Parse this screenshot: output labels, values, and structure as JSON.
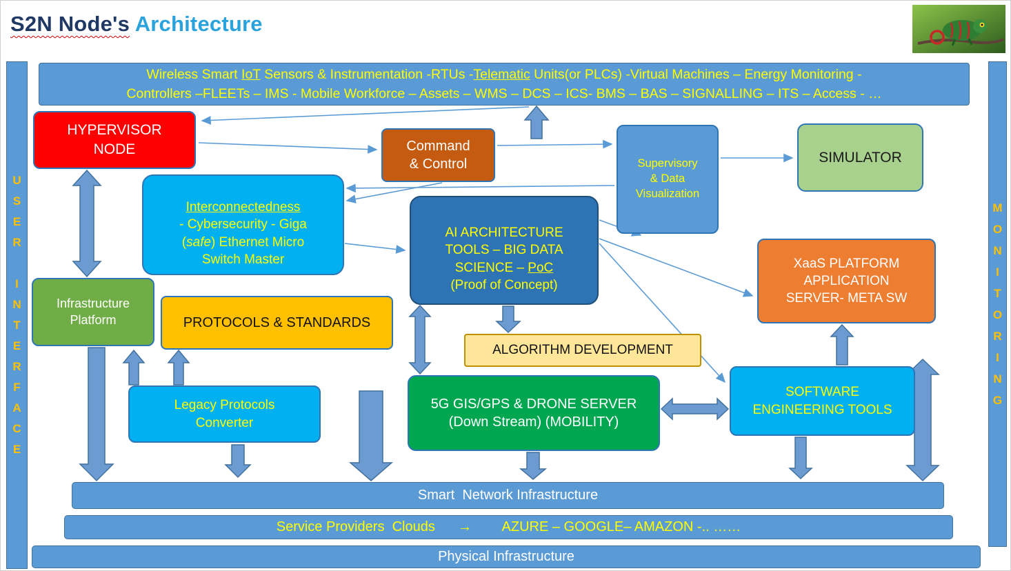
{
  "title": {
    "prefix": "S2N Node's",
    "suffix": " Architecture"
  },
  "rails": {
    "left": "U\nS\nE\nR\n\nI\nN\nT\nE\nR\nF\nA\nC\nE",
    "right": "M\nO\nN\nI\nT\nO\nR\nI\nN\nG"
  },
  "banner": {
    "l1a": "Wireless Smart ",
    "l1b": "IoT",
    "l1c": " Sensors & Instrumentation -RTUs -",
    "l1d": "Telematic",
    "l1e": " Units(or PLCs)  -Virtual Machines – Energy Monitoring  -",
    "l2": "Controllers –FLEETs – IMS -  Mobile Workforce – Assets – WMS – DCS – ICS- BMS – BAS – SIGNALLING – ITS – Access - …"
  },
  "boxes": {
    "hypervisor": "HYPERVISOR\nNODE",
    "command": "Command\n& Control",
    "supervisory": "Supervisory\n& Data\nVisualization",
    "simulator": "SIMULATOR",
    "interconnect": {
      "u": "Interconnectedness",
      "a": "\n- Cybersecurity  - Giga\n(",
      "i": "safe",
      "b": ") Ethernet Micro\nSwitch Master"
    },
    "ai": {
      "a": "AI ARCHITECTURE\nTOOLS – BIG DATA\nSCIENCE – ",
      "u": "PoC",
      "b": "\n(Proof of Concept)"
    },
    "xaas": "XaaS PLATFORM\nAPPLICATION\nSERVER- META SW",
    "infra": "Infrastructure\nPlatform",
    "protocols": "PROTOCOLS & STANDARDS",
    "algorithm": "ALGORITHM DEVELOPMENT",
    "legacy": "Legacy Protocols\nConverter",
    "drone": "5G GIS/GPS & DRONE SERVER\n(Down Stream)  (MOBILITY)",
    "software": "SOFTWARE\nENGINEERING TOOLS"
  },
  "bars": {
    "smart": "Smart  Network Infrastructure",
    "providers": "Service Providers  Clouds      →        AZURE – GOOGLE– AMAZON -.. ……",
    "physical": "Physical Infrastructure"
  },
  "palette": {
    "bar_blue": "#5B9BD5",
    "bar_border": "#41719C",
    "shape_border": "#2E75B6",
    "cyan": "#00B0F0",
    "dark_blue": "#2E74B5",
    "red": "#FF0000",
    "brown_orange": "#C55A11",
    "orange": "#ED7D31",
    "green": "#70AD47",
    "bright_green": "#00A650",
    "light_green": "#A9D18E",
    "gold": "#FFC000",
    "light_gold": "#FFE699",
    "yellow_text": "#FFFF00",
    "title_navy": "#1F3864",
    "title_blue": "#2AA3DC"
  }
}
